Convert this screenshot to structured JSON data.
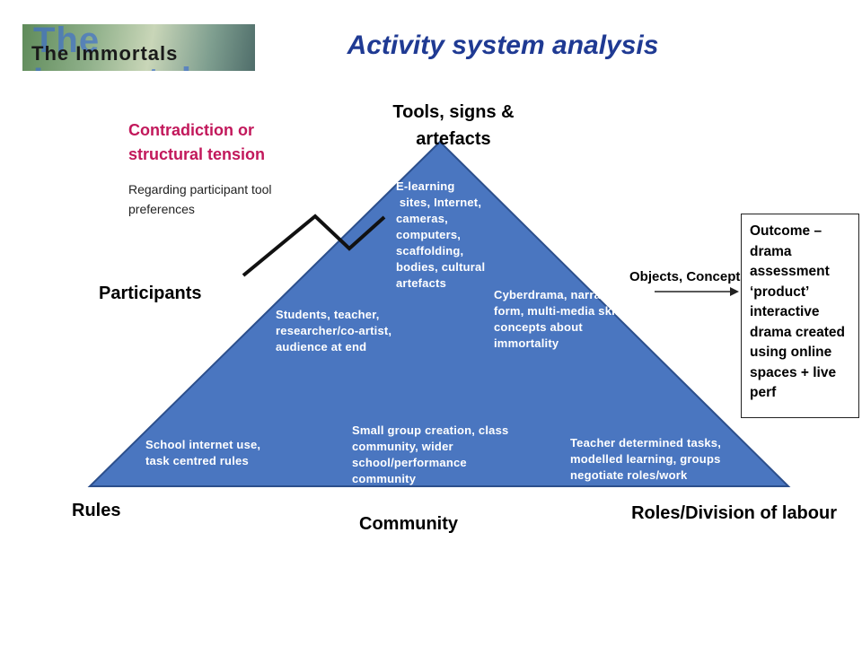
{
  "title": "Activity system analysis",
  "logo": {
    "text_back": "The Immortals",
    "text_front": "The Immortals"
  },
  "colors": {
    "title": "#1f3a93",
    "triangle_fill": "#4a76c0",
    "triangle_stroke": "#2c4f8c",
    "contradiction": "#c2185b"
  },
  "nodes": {
    "tools": "Tools, signs & artefacts",
    "participants": "Participants",
    "rules": "Rules",
    "community": "Community",
    "roles": "Roles/Division of labour",
    "objects": "Objects, Concepts,"
  },
  "triangle_text": {
    "tools": "E-learning\n sites, Internet, cameras, computers, scaffolding, bodies, cultural artefacts",
    "participants": "Students, teacher, researcher/co-artist, audience at end",
    "object": "Cyberdrama, narrative form, multi-media skills, concepts about immortality",
    "rules": "School internet use, task centred rules",
    "community": "Small group creation, class community, wider school/performance community",
    "roles": "Teacher determined tasks, modelled learning, groups negotiate roles/work"
  },
  "contradiction": {
    "heading": "Contradiction or structural tension",
    "subtext": "Regarding participant tool preferences"
  },
  "outcome": "Outcome – drama assessment ‘product’ interactive drama created using online spaces + live perf"
}
